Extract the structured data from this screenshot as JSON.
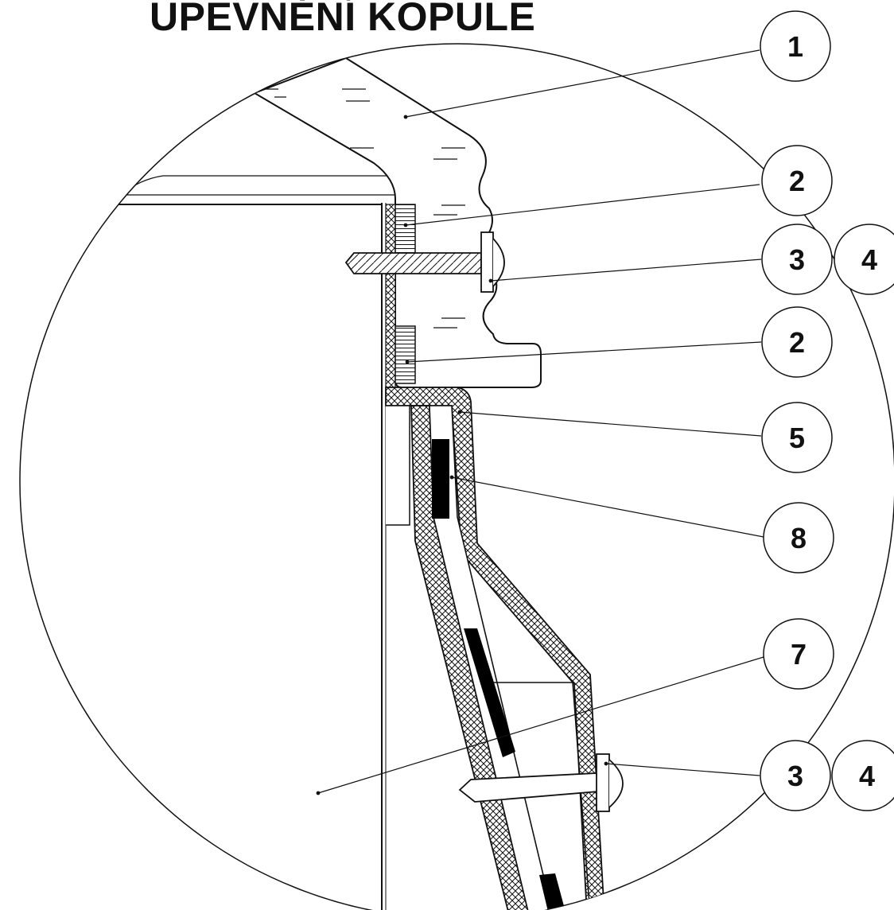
{
  "title": "UPEVNĚNÍ KOPULE",
  "callouts": [
    {
      "id": "c1",
      "label": "1"
    },
    {
      "id": "c2a",
      "label": "2"
    },
    {
      "id": "c3a",
      "label": "3"
    },
    {
      "id": "c4a",
      "label": "4"
    },
    {
      "id": "c2b",
      "label": "2"
    },
    {
      "id": "c5",
      "label": "5"
    },
    {
      "id": "c8",
      "label": "8"
    },
    {
      "id": "c7",
      "label": "7"
    },
    {
      "id": "c3b",
      "label": "3"
    },
    {
      "id": "c4b",
      "label": "4"
    }
  ],
  "colors": {
    "line": "#111111",
    "background": "#ffffff",
    "fill": "#000000"
  }
}
